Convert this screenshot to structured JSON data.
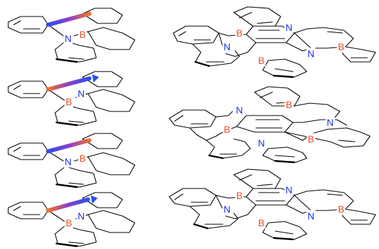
{
  "colors": {
    "bond": "#000000",
    "nitrogen": "#1a33e6",
    "boron": "#e84a1c",
    "arrow_orange": "#f07030",
    "arrow_purple": "#8a3fc8",
    "arrow_blue": "#2a4ff0"
  },
  "atoms": {
    "nitrogen": "N",
    "boron": "B"
  },
  "molecules": [
    {
      "kind": "fragment",
      "arrow_direction": "right-to-left",
      "label_order": [
        "N",
        "B"
      ]
    },
    {
      "kind": "fragment",
      "arrow_direction": "left-to-right",
      "label_order": [
        "B",
        "N"
      ]
    },
    {
      "kind": "fragment",
      "arrow_direction": "right-to-left",
      "label_order": [
        "N",
        "B"
      ]
    },
    {
      "kind": "fragment",
      "arrow_direction": "left-to-right",
      "label_order": [
        "B",
        "N"
      ]
    },
    {
      "kind": "fused",
      "variant": "top"
    },
    {
      "kind": "fused",
      "variant": "middle"
    },
    {
      "kind": "fused",
      "variant": "bottom"
    }
  ]
}
